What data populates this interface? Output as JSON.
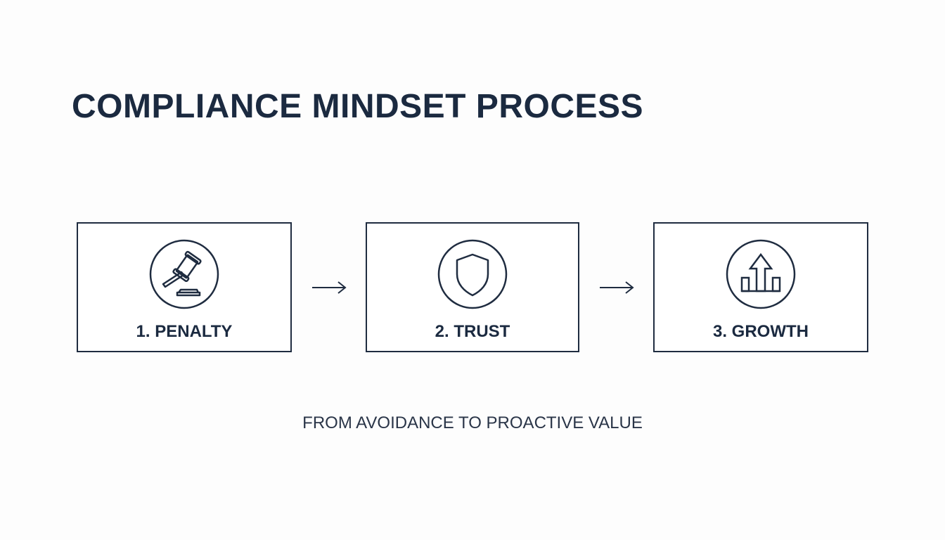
{
  "title": "COMPLIANCE MINDSET PROCESS",
  "steps": [
    {
      "label": "1. PENALTY",
      "icon": "gavel-icon"
    },
    {
      "label": "2. TRUST",
      "icon": "shield-icon"
    },
    {
      "label": "3. GROWTH",
      "icon": "growth-chart-icon"
    }
  ],
  "subtitle": "FROM AVOIDANCE TO PROACTIVE VALUE",
  "colors": {
    "primary": "#1b2a40",
    "background": "#fdfdfd"
  }
}
